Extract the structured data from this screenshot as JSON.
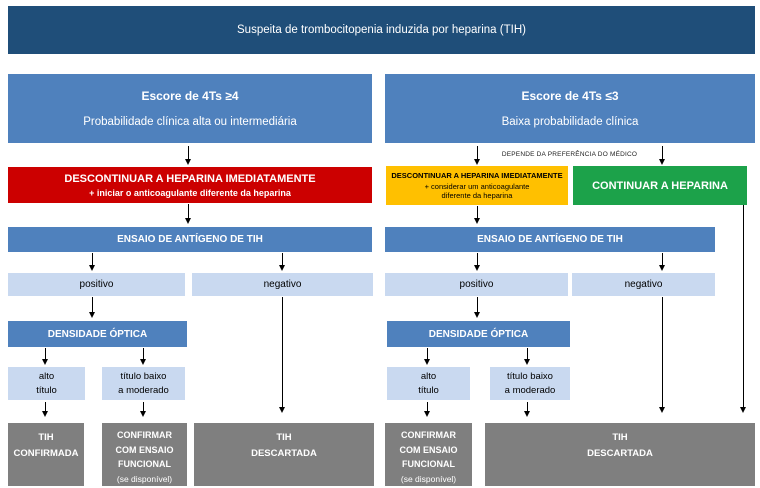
{
  "banner": {
    "title": "Suspeita de trombocitopenia induzida por heparina (TIH)"
  },
  "colors": {
    "banner_bg": "#1F4E79",
    "node_blue": "#4F81BD",
    "node_light_blue": "#C9D9F0",
    "alert_red": "#CC0000",
    "warning_yellow": "#FFC000",
    "ok_green": "#1CA24A",
    "outcome_gray": "#7F7F7F"
  },
  "left": {
    "score": {
      "title": "Escore de 4Ts ≥4",
      "subtitle": "Probabilidade clínica alta ou intermediária"
    },
    "action": {
      "title": "DESCONTINUAR A HEPARINA IMEDIATAMENTE",
      "subtitle": "+ iniciar o anticoagulante diferente da heparina"
    },
    "assay": {
      "title": "ENSAIO DE ANTÍGENO DE TIH"
    },
    "result_positive": "positivo",
    "result_negative": "negativo",
    "optical_density": {
      "title": "DENSIDADE ÓPTICA"
    },
    "titer_high": {
      "line1": "alto",
      "line2": "título"
    },
    "titer_low": {
      "line1": "título baixo",
      "line2": "a moderado"
    },
    "outcome_confirmed": {
      "line1": "TIH",
      "line2": "CONFIRMADA"
    },
    "outcome_functional": {
      "line1": "CONFIRMAR",
      "line2": "COM ENSAIO",
      "line3": "FUNCIONAL",
      "line4": "(se disponível)"
    },
    "outcome_ruled_out": {
      "line1": "TIH",
      "line2": "DESCARTADA"
    }
  },
  "right": {
    "score": {
      "title": "Escore de 4Ts ≤3",
      "subtitle": "Baixa probabilidade clínica"
    },
    "note": "DEPENDE DA PREFERÊNCIA DO MÉDICO",
    "action_discontinue": {
      "title": "DESCONTINUAR A HEPARINA IMEDIATAMENTE",
      "line2": "+ considerar um anticoagulante",
      "line3": "diferente da heparina"
    },
    "action_continue": {
      "title": "CONTINUAR A HEPARINA"
    },
    "assay": {
      "title": "ENSAIO DE ANTÍGENO DE TIH"
    },
    "result_positive": "positivo",
    "result_negative": "negativo",
    "optical_density": {
      "title": "DENSIDADE ÓPTICA"
    },
    "titer_high": {
      "line1": "alto",
      "line2": "título"
    },
    "titer_low": {
      "line1": "título baixo",
      "line2": "a moderado"
    },
    "outcome_functional": {
      "line1": "CONFIRMAR",
      "line2": "COM ENSAIO",
      "line3": "FUNCIONAL",
      "line4": "(se disponível)"
    },
    "outcome_ruled_out": {
      "line1": "TIH",
      "line2": "DESCARTADA"
    }
  }
}
